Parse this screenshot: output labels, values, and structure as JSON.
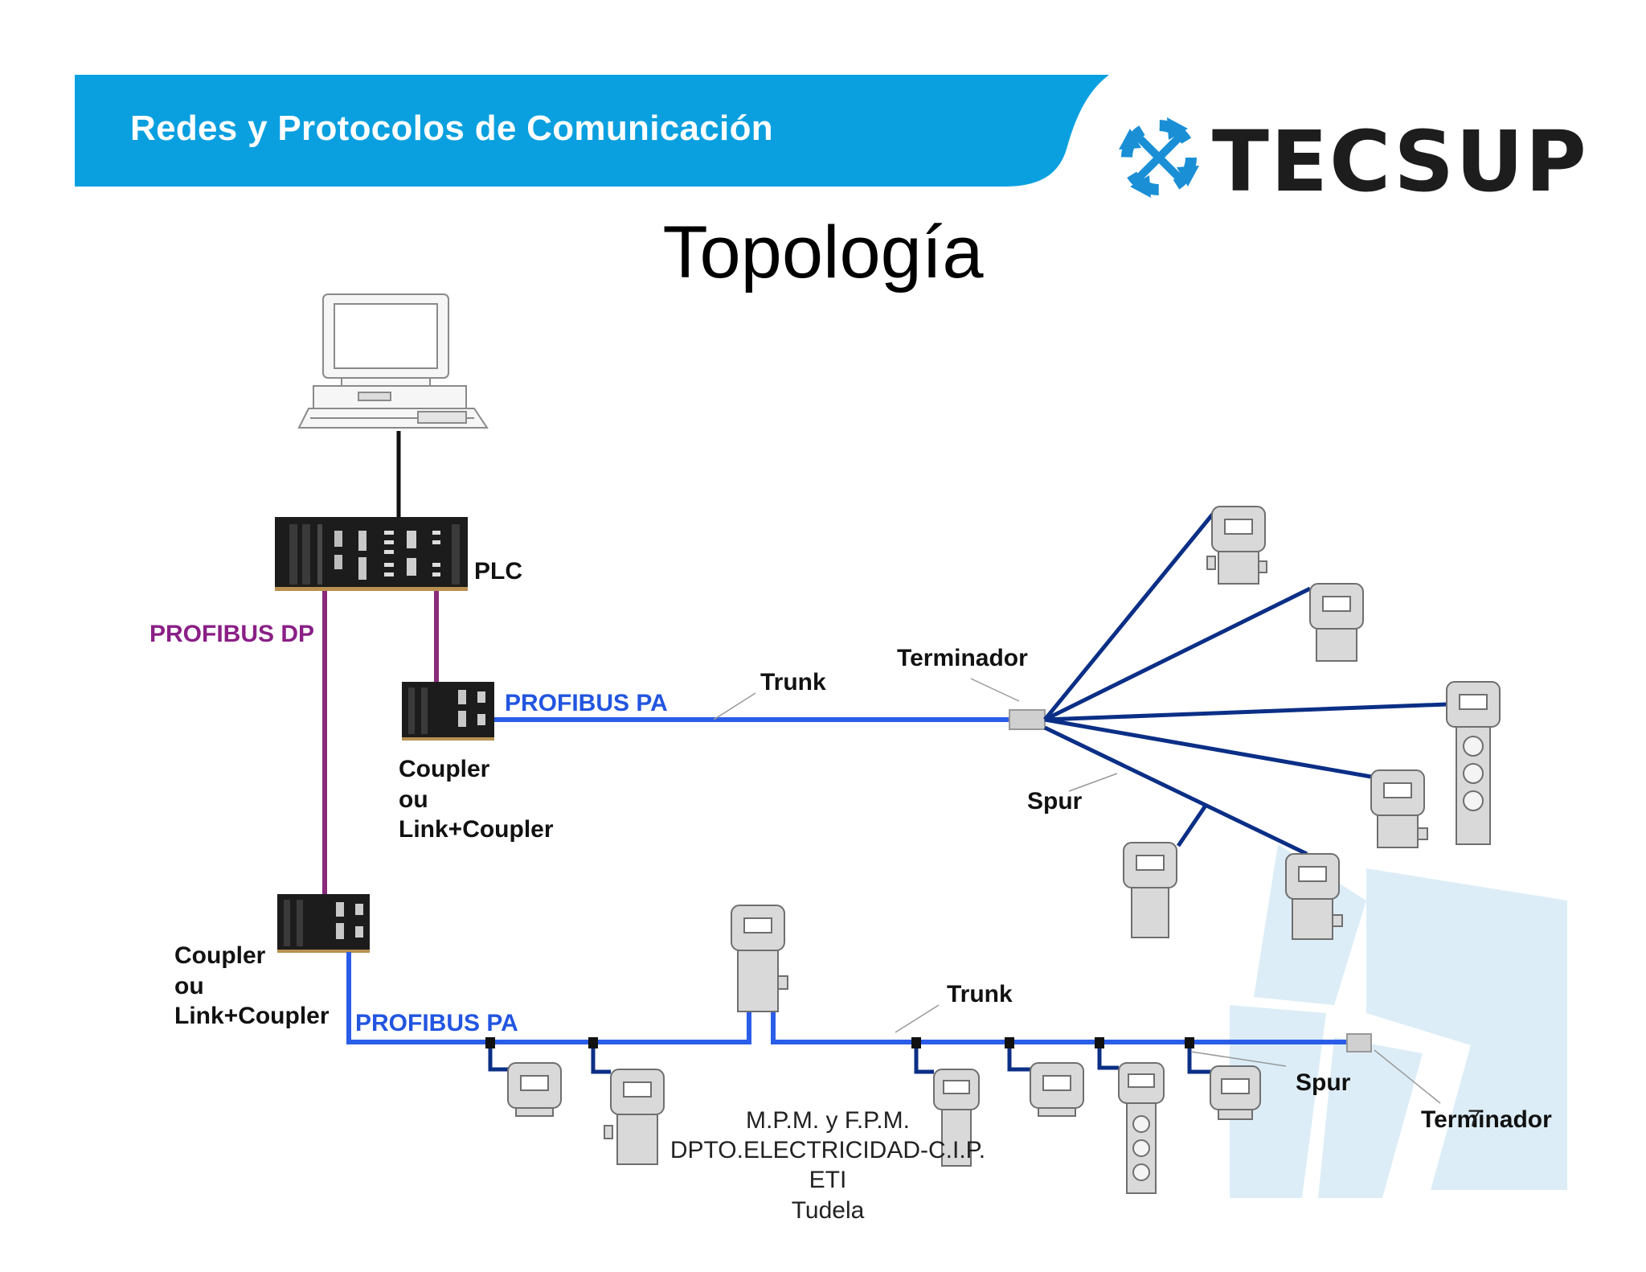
{
  "header": {
    "title": "Redes y Protocolos de Comunicación",
    "logo_text": "TECSUP"
  },
  "title": "Topología",
  "labels": {
    "plc": "PLC",
    "profibus_dp": "PROFIBUS DP",
    "profibus_pa_top": "PROFIBUS PA",
    "profibus_pa_bottom": "PROFIBUS PA",
    "trunk_top": "Trunk",
    "trunk_bottom": "Trunk",
    "terminador_top": "Terminador",
    "terminador_bottom": "Terminador",
    "spur_top": "Spur",
    "spur_bottom": "Spur",
    "coupler_top": [
      "Coupler",
      "ou",
      "Link+Coupler"
    ],
    "coupler_bottom": [
      "Coupler",
      "ou",
      "Link+Coupler"
    ]
  },
  "footer": {
    "lines": [
      "M.P.M. y F.P.M.",
      "DPTO.ELECTRICIDAD-C.I.P. ETI",
      "Tudela"
    ],
    "page_number": "7"
  },
  "colors": {
    "header_blue": "#0aa0e0",
    "profibus_dp": "#8a2a7a",
    "profibus_pa": "#2a5de8",
    "spur_dark": "#0b2f86"
  }
}
